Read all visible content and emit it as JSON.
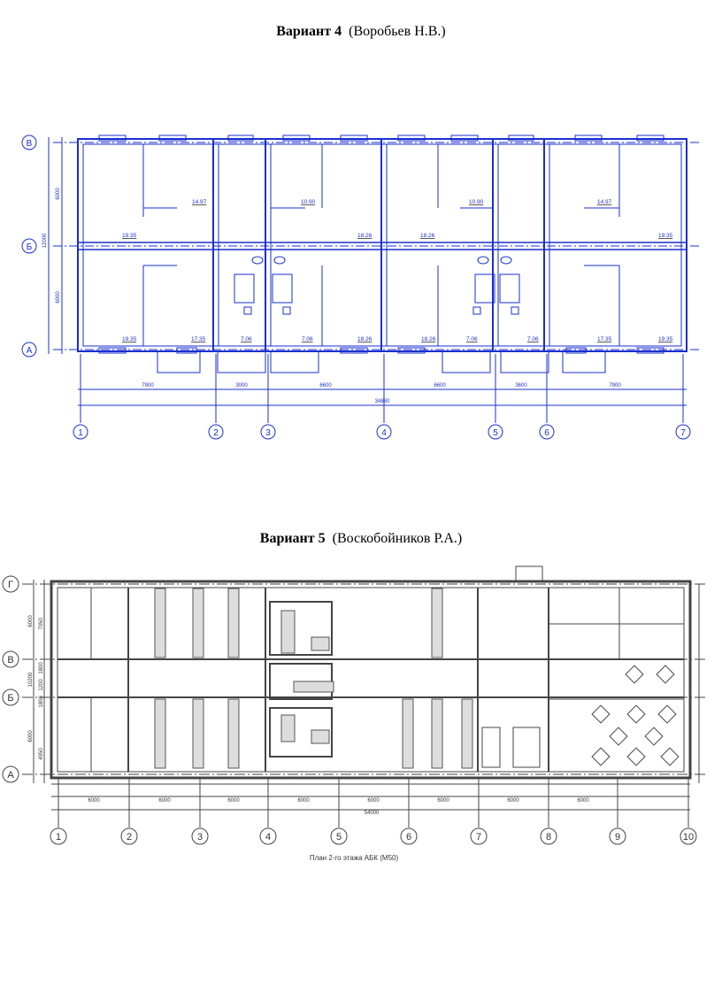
{
  "variant4": {
    "title_bold": "Вариант 4",
    "title_author": "(Воробьев Н.В.)",
    "row_axes": [
      "В",
      "Б",
      "А"
    ],
    "col_axes": [
      "1",
      "2",
      "3",
      "4",
      "5",
      "6",
      "7"
    ],
    "vertical_dims": [
      "6000",
      "12000",
      "6000"
    ],
    "span_dims": [
      "7900",
      "3000",
      "6600",
      "6600",
      "3600",
      "7900"
    ],
    "total_dim": "34880",
    "room_areas_top": [
      "14.97",
      "10.90",
      "10.90",
      "14.97"
    ],
    "room_areas_middle": [
      "19.35",
      "18.26",
      "18.26",
      "19.35"
    ],
    "room_areas_bottom": [
      "19.35",
      "17.35",
      "7.06",
      "7.06",
      "18.26",
      "18.26",
      "7.06",
      "7.06",
      "17.35",
      "19.35"
    ]
  },
  "variant5": {
    "title_bold": "Вариант 5",
    "title_author": "(Воскобойников Р.А.)",
    "row_axes": [
      "Г",
      "В",
      "Б",
      "А"
    ],
    "col_axes": [
      "1",
      "2",
      "3",
      "4",
      "5",
      "6",
      "7",
      "8",
      "9",
      "10"
    ],
    "left_dims": [
      "6000",
      "7050",
      "10200",
      "1800",
      "1200",
      "1800",
      "6000",
      "4950"
    ],
    "bay_dims": [
      "6000",
      "6000",
      "6000",
      "6000",
      "6000",
      "6000",
      "6000",
      "6000"
    ],
    "total_dim": "54000",
    "bottom_caption": "План 2-го этажа АБК (М50)"
  }
}
